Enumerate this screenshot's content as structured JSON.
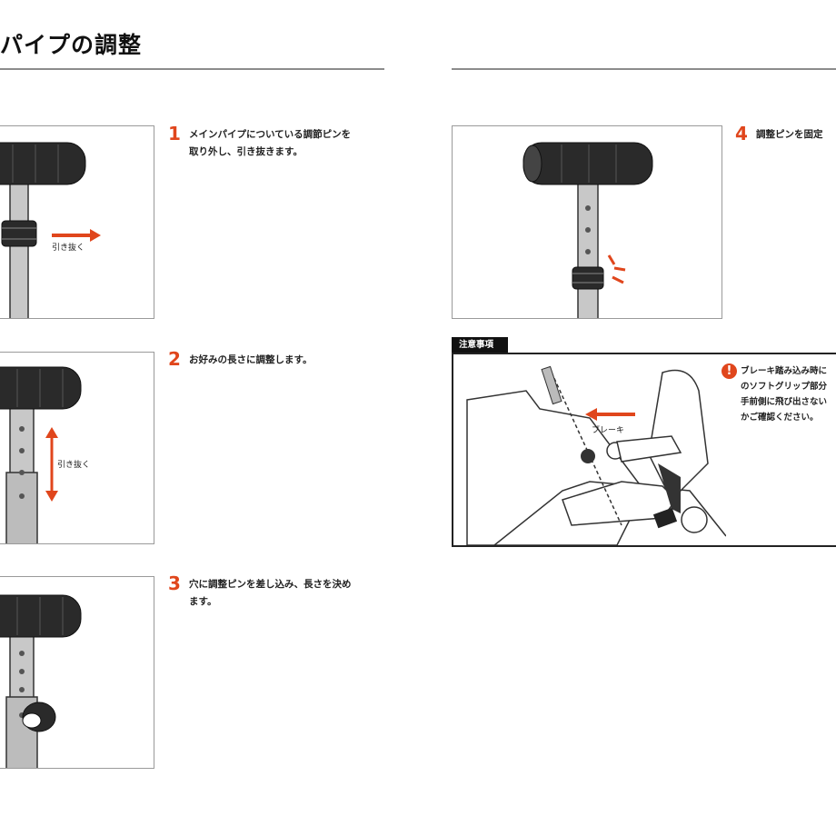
{
  "page": {
    "title": "パイプの調整"
  },
  "steps": [
    {
      "num": "1",
      "text": "メインパイプについている調節ピンを\n取り外し、引き抜きます。",
      "label": "引き抜く"
    },
    {
      "num": "2",
      "text": "お好みの長さに調整します。",
      "label": "引き抜く"
    },
    {
      "num": "3",
      "text": "穴に調整ピンを差し込み、長さを決め\nます。"
    },
    {
      "num": "4",
      "text": "調整ピンを固定"
    }
  ],
  "caution": {
    "tab": "注意事項",
    "icon": "exclamation-icon",
    "text": "ブレーキ踏み込み時に\nのソフトグリップ部分\n手前側に飛び出さない\nかご確認ください。",
    "label": "ブレーキ"
  },
  "colors": {
    "accent": "#e0461c",
    "rule": "#8c8c8c"
  }
}
